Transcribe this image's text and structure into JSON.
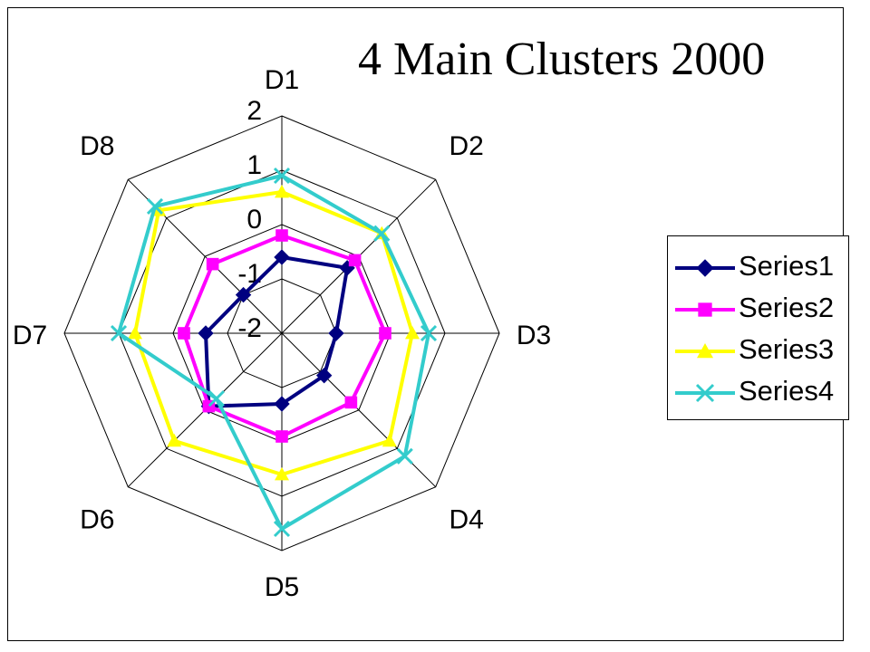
{
  "chart_data": {
    "type": "radar",
    "title": "4 Main Clusters 2000",
    "axes": [
      "D1",
      "D2",
      "D3",
      "D4",
      "D5",
      "D6",
      "D7",
      "D8"
    ],
    "ticks": [
      "-2",
      "-1",
      "0",
      "1",
      "2"
    ],
    "rlim": [
      -2,
      2
    ],
    "grid": true,
    "legend": "right",
    "series": [
      {
        "name": "Series1",
        "color": "#000080",
        "marker": "diamond",
        "values": [
          -0.6,
          -0.3,
          -1.0,
          -0.9,
          -0.7,
          -0.1,
          -0.6,
          -1.0
        ]
      },
      {
        "name": "Series2",
        "color": "#ff00ff",
        "marker": "square",
        "values": [
          -0.2,
          -0.1,
          -0.1,
          -0.2,
          -0.1,
          -0.1,
          -0.2,
          -0.2
        ]
      },
      {
        "name": "Series3",
        "color": "#ffff00",
        "marker": "triangle",
        "values": [
          0.6,
          0.6,
          0.4,
          0.8,
          0.6,
          0.8,
          0.7,
          1.2
        ]
      },
      {
        "name": "Series4",
        "color": "#33cccc",
        "marker": "x",
        "values": [
          0.9,
          0.6,
          0.7,
          1.2,
          1.6,
          -0.3,
          1.0,
          1.3
        ]
      }
    ]
  }
}
